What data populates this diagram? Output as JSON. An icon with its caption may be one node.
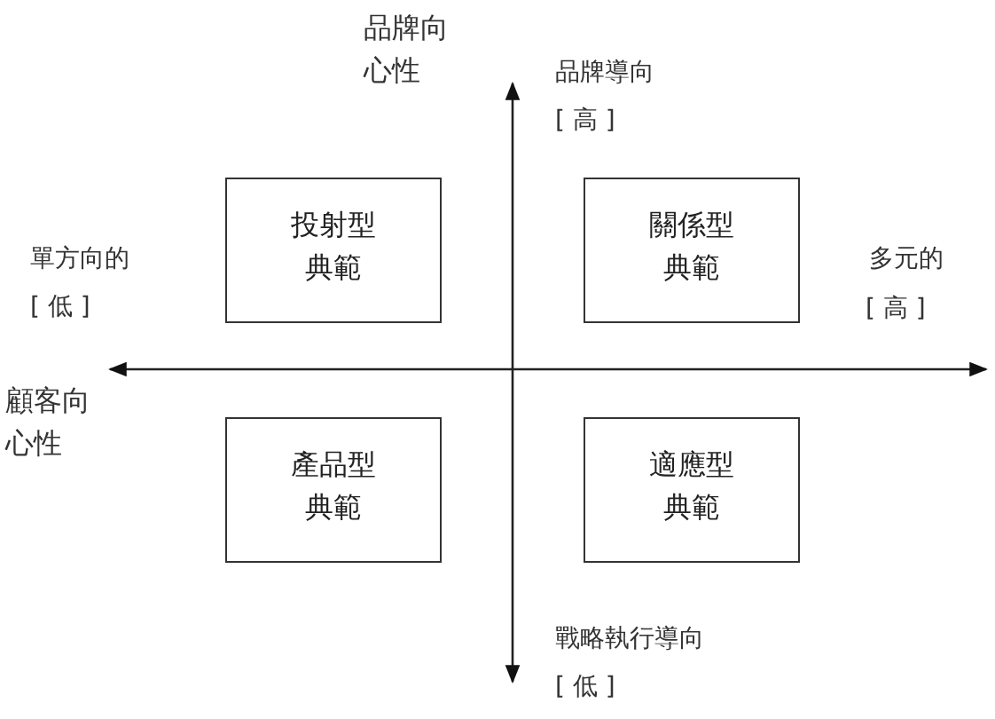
{
  "diagram": {
    "nodes": [
      {
        "text": [
          "投射型典範"
        ]
      },
      {
        "text": [
          "關係型典範"
        ]
      },
      {
        "text": [
          "產品型典範"
        ]
      },
      {
        "text": [
          "適應型典範"
        ]
      }
    ],
    "edges": [],
    "labels": [
      "品牌向心性",
      "品牌導向",
      "[ 高 ]",
      "單方向的",
      "[ 低 ]",
      "多元的",
      "[ 高 ]",
      "顧客向心性",
      "戰略執行導向",
      "[ 低 ]"
    ]
  }
}
